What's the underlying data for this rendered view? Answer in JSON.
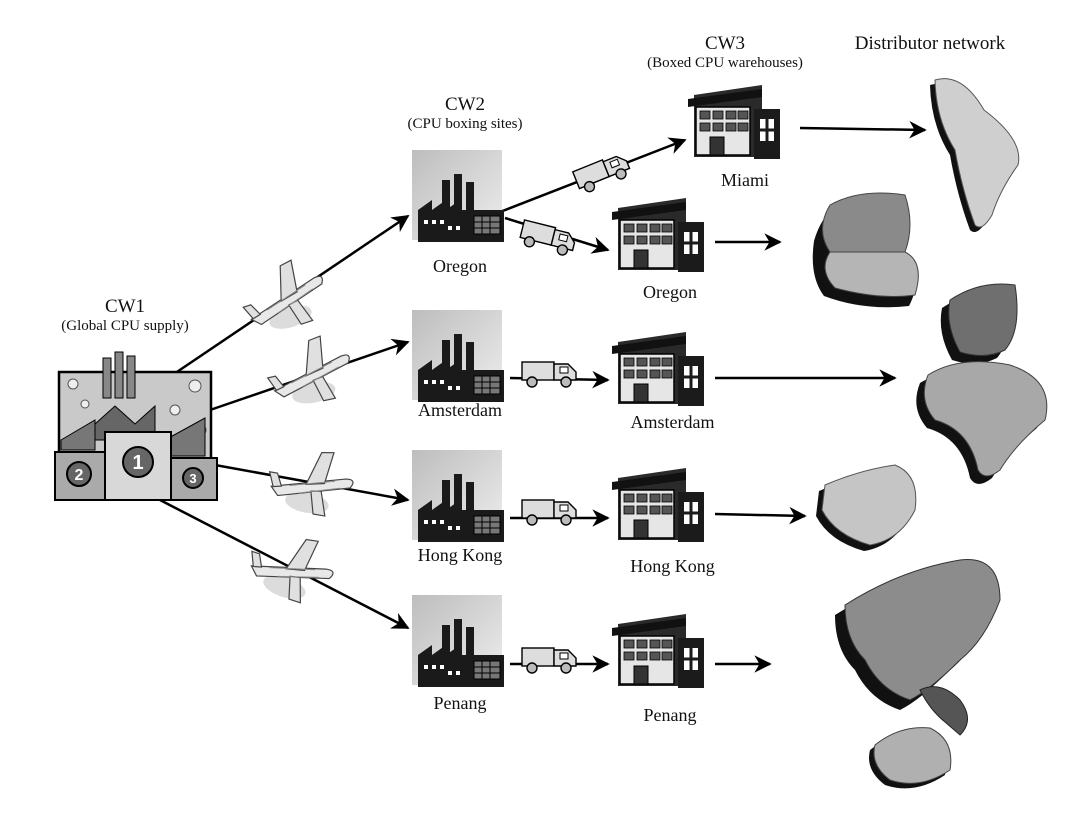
{
  "cw1": {
    "title": "CW1",
    "subtitle": "(Global CPU supply)"
  },
  "cw2": {
    "title": "CW2",
    "subtitle": "(CPU boxing sites)",
    "sites": [
      "Oregon",
      "Amsterdam",
      "Hong Kong",
      "Penang"
    ]
  },
  "cw3": {
    "title": "CW3",
    "subtitle": "(Boxed CPU warehouses)",
    "sites": [
      "Miami",
      "Oregon",
      "Amsterdam",
      "Hong Kong",
      "Penang"
    ]
  },
  "distributor": {
    "title": "Distributor network",
    "regions": [
      "south-america-map-icon",
      "north-america-map-icon",
      "europe-africa-map-icon",
      "china-map-icon",
      "asia-australia-map-icon"
    ]
  },
  "icons": [
    "podium-factory-icon",
    "airplane-icon",
    "factory-icon",
    "truck-icon",
    "warehouse-icon"
  ]
}
